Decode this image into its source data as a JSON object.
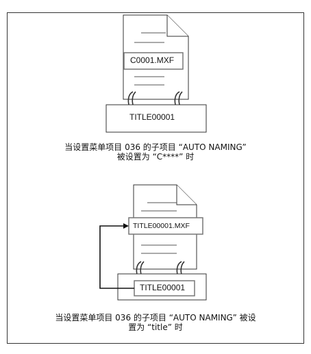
{
  "example1": {
    "file_name": "C0001.MXF",
    "title_box": "TITLE00001",
    "caption_line1": "当设置菜单项目 036 的子项目 “AUTO NAMING”",
    "caption_line2": "被设置为 “C****” 时"
  },
  "example2": {
    "file_name": "TITLE00001.MXF",
    "title_box": "TITLE00001",
    "caption_line1": "当设置菜单项目 036 的子项目 “AUTO NAMING” 被设",
    "caption_line2": "置为 “title” 时"
  }
}
